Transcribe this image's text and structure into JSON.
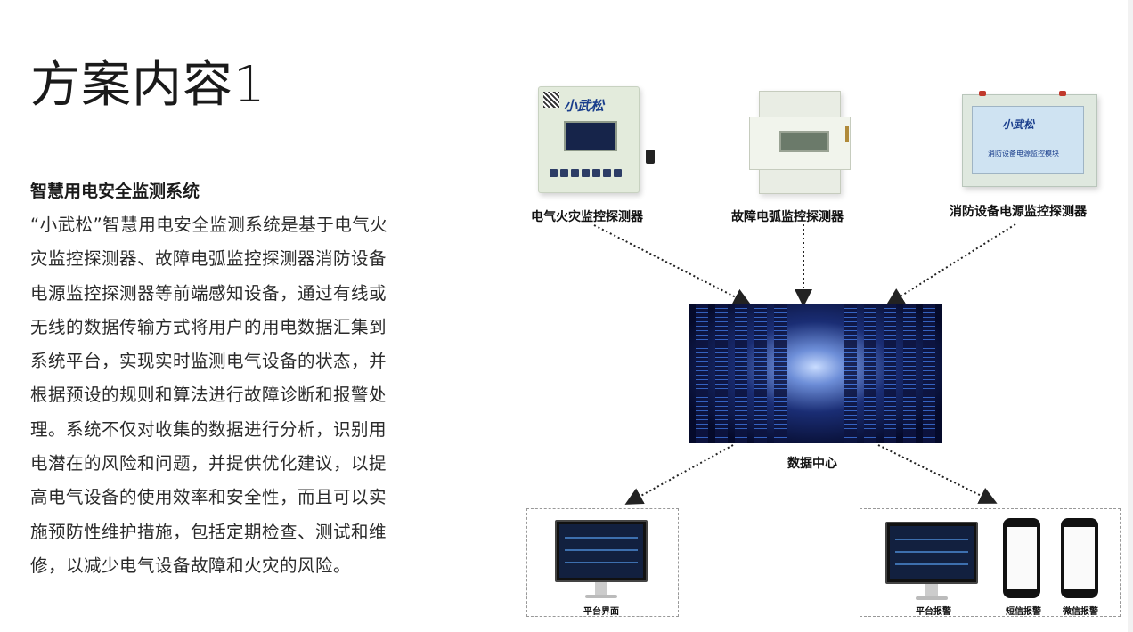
{
  "title": "方案内容1",
  "subtitle": "智慧用电安全监测系统",
  "body": "“小武松”智慧用电安全监测系统是基于电气火灾监控探测器、故障电弧监控探测器消防设备电源监控探测器等前端感知设备，通过有线或无线的数据传输方式将用户的用电数据汇集到系统平台，实现实时监测电气设备的状态，并根据预设的规则和算法进行故障诊断和报警处理。系统不仅对收集的数据进行分析，识别用电潜在的风险和问题，并提供优化建议，以提高电气设备的使用效率和安全性，而且可以实施预防性维护措施，包括定期检查、测试和维修，以减少电气设备故障和火灾的风险。",
  "diagram": {
    "devices": [
      {
        "label": "电气火灾监控探测器",
        "brand": "小武松"
      },
      {
        "label": "故障电弧监控探测器"
      },
      {
        "label": "消防设备电源监控探测器",
        "brand": "小武松",
        "panel_text": "消防设备电源监控模块"
      }
    ],
    "center": {
      "label": "数据中心"
    },
    "outputs": {
      "left": [
        {
          "label": "平台界面"
        }
      ],
      "right": [
        {
          "label": "平台报警"
        },
        {
          "label": "短信报警"
        },
        {
          "label": "微信报警"
        }
      ]
    }
  }
}
